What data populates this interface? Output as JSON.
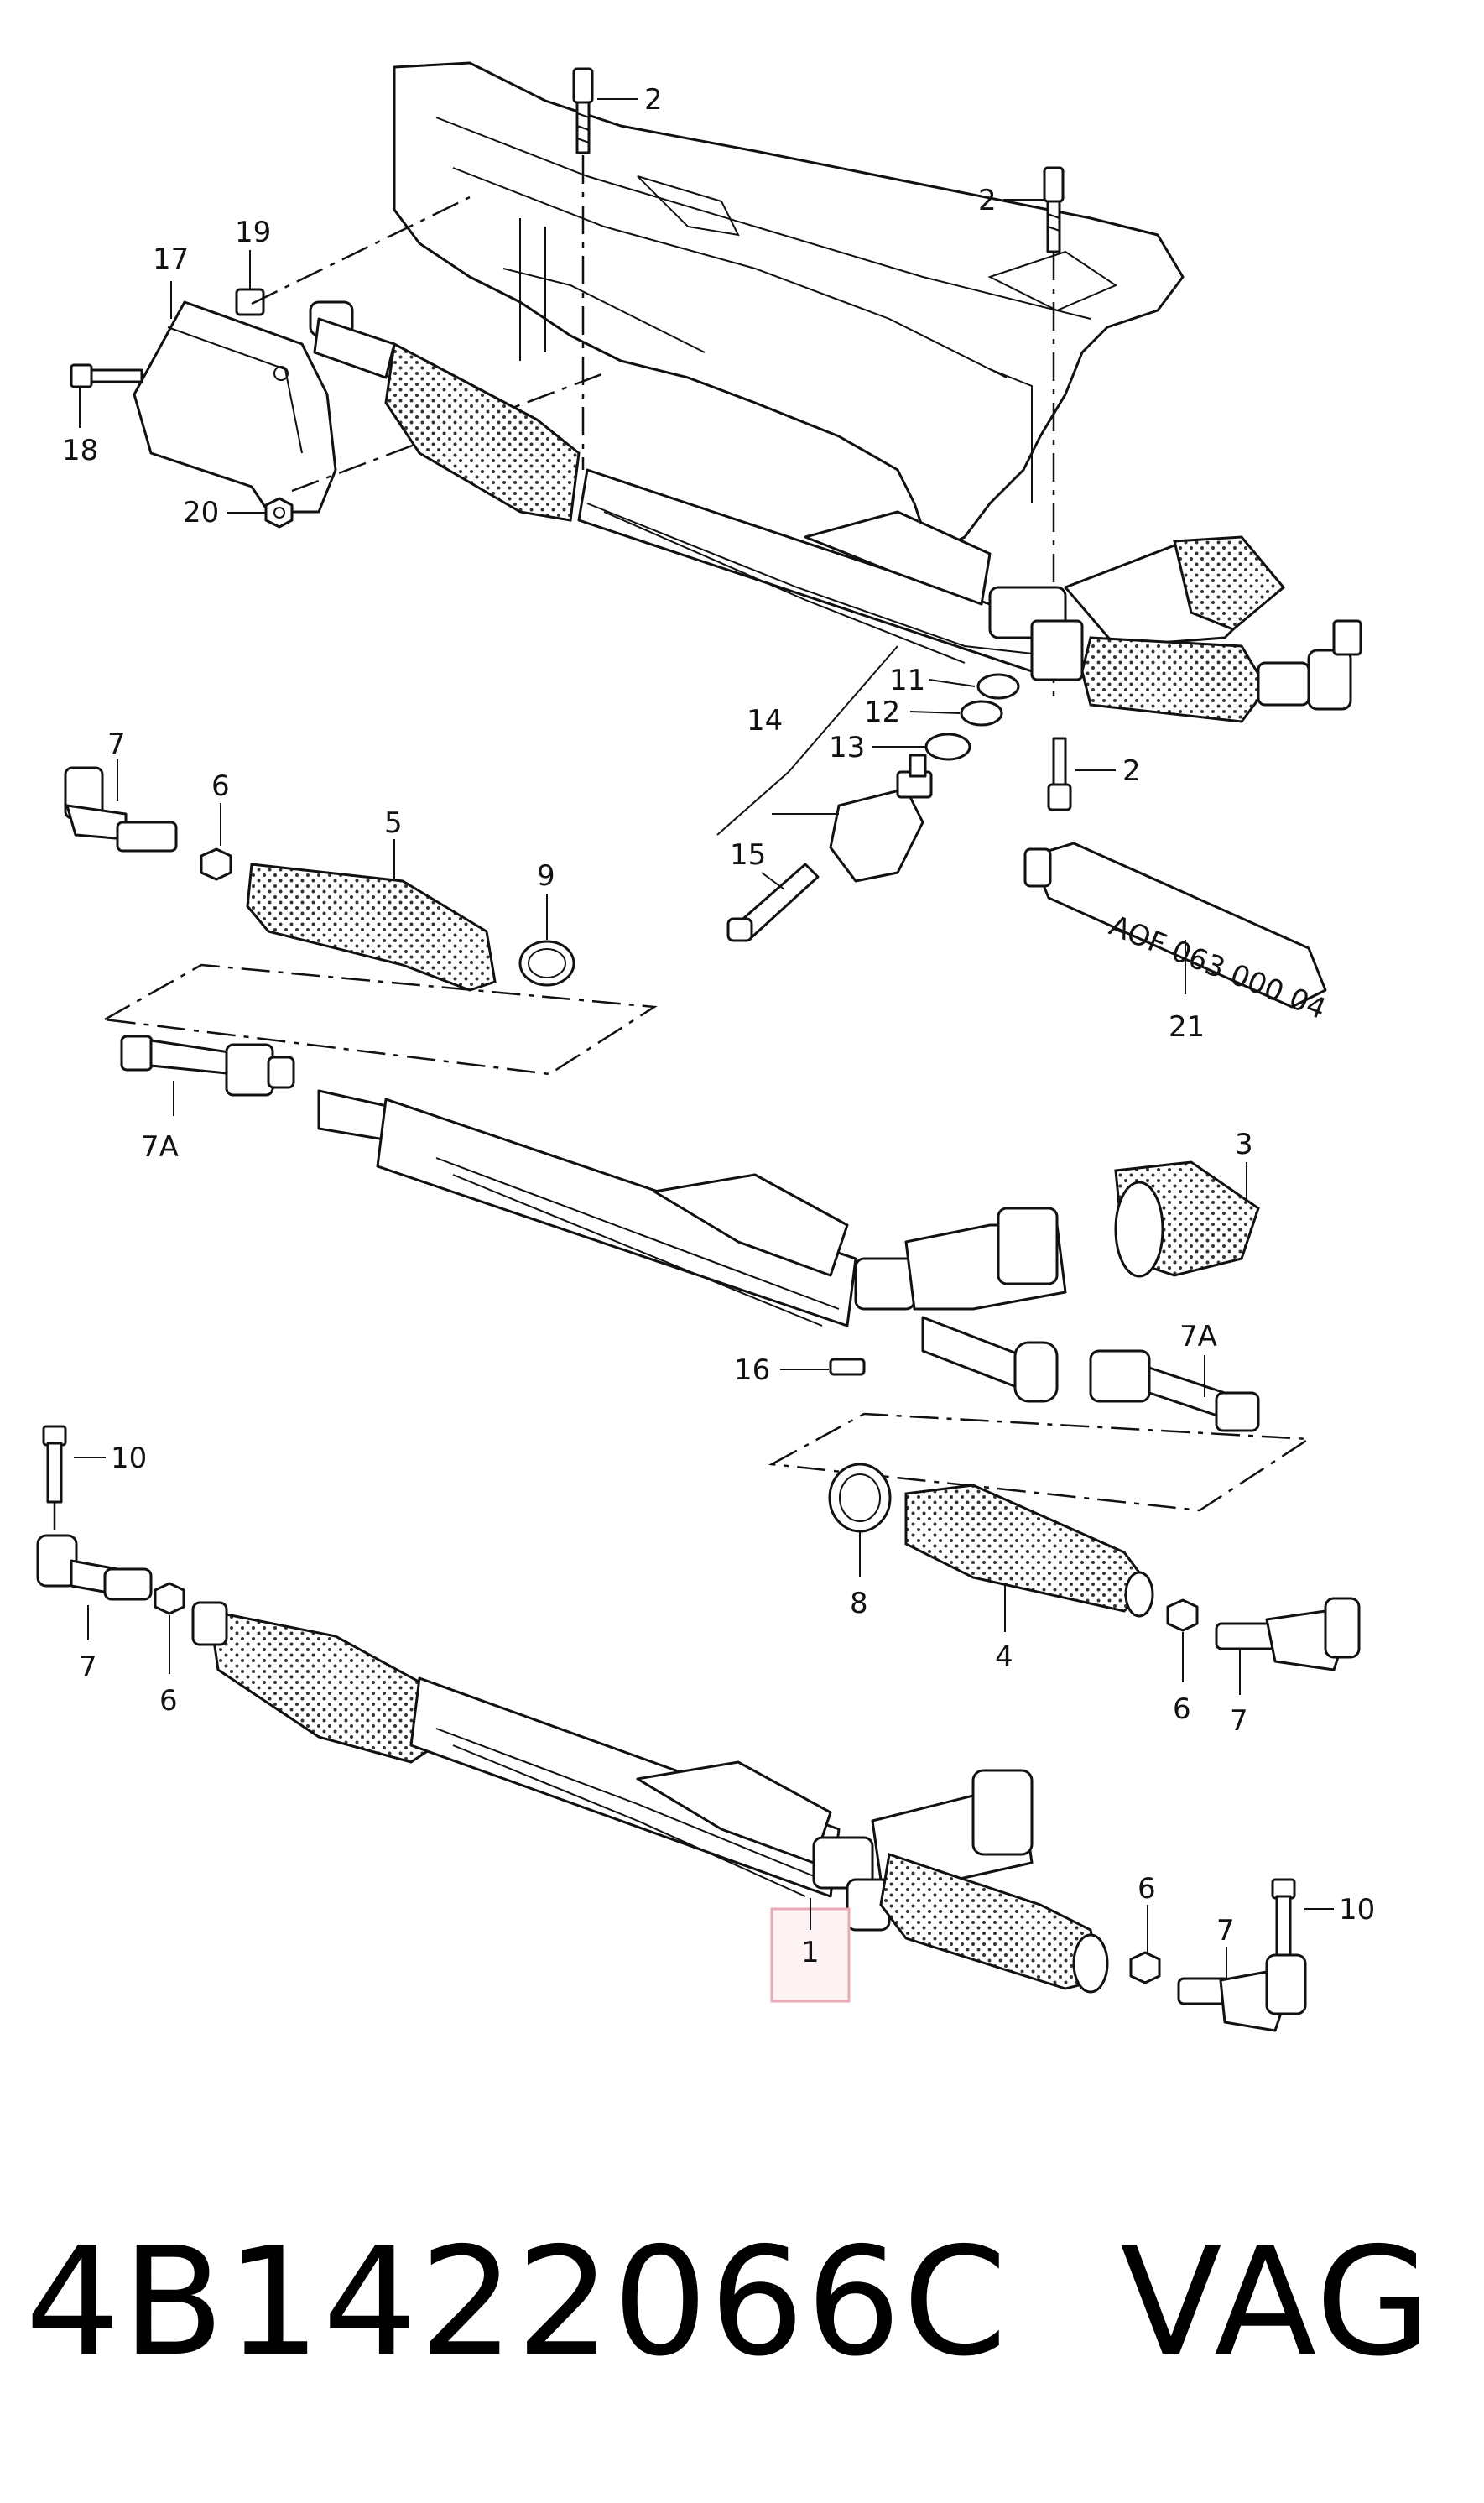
{
  "callouts": {
    "c2a": "2",
    "c2b": "2",
    "c2c": "2",
    "c19": "19",
    "c17": "17",
    "c18": "18",
    "c20": "20",
    "c11": "11",
    "c12": "12",
    "c13": "13",
    "c14": "14",
    "c15": "15",
    "c7a": "7",
    "c6a": "6",
    "c5": "5",
    "c9": "9",
    "c7A_a": "7A",
    "c3": "3",
    "c21": "21",
    "c16": "16",
    "c7A_b": "7A",
    "c10a": "10",
    "c7b": "7",
    "c6b": "6",
    "c8": "8",
    "c4": "4",
    "c6c": "6",
    "c7c": "7",
    "c1": "1",
    "c6d": "6",
    "c7d": "7",
    "c10b": "10"
  },
  "tube_label": "AOF 063 000 04",
  "footer": {
    "part_number": "4B1422066C",
    "brand": "VAG"
  },
  "colors": {
    "highlight": "#e8aab4",
    "highlight_fill": "#fdf2f4"
  }
}
